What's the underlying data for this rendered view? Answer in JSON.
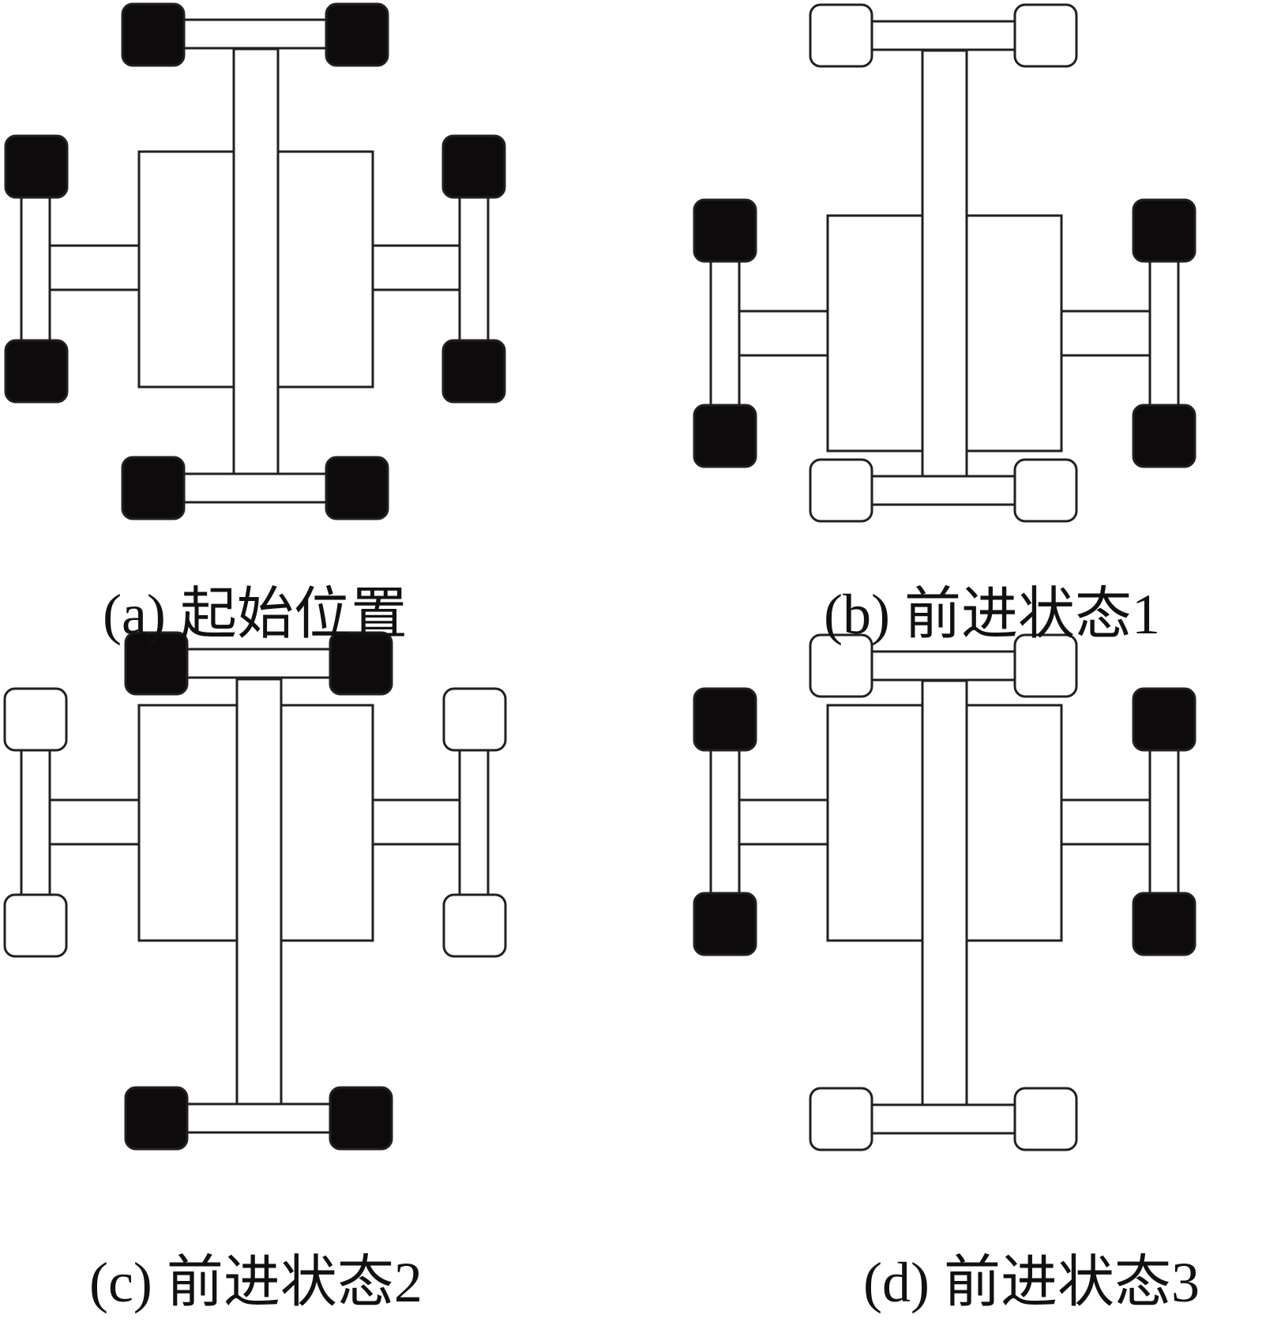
{
  "colors": {
    "stroke": "#231f20",
    "foot_down": "#0d0b0c",
    "foot_up": "#ffffff",
    "background": "#ffffff"
  },
  "panels": [
    {
      "caption": "(a)  起始位置",
      "feet": {
        "top": "down",
        "bottom": "down",
        "left": "down",
        "right": "down"
      }
    },
    {
      "caption": "(b)  前进状态1",
      "feet": {
        "top": "up",
        "bottom": "up",
        "left": "down",
        "right": "down"
      }
    },
    {
      "caption": "(c)  前进状态2",
      "feet": {
        "top": "down",
        "bottom": "down",
        "left": "up",
        "right": "up"
      }
    },
    {
      "caption": "(d)  前进状态3",
      "feet": {
        "top": "up",
        "bottom": "up",
        "left": "down",
        "right": "down"
      }
    }
  ]
}
